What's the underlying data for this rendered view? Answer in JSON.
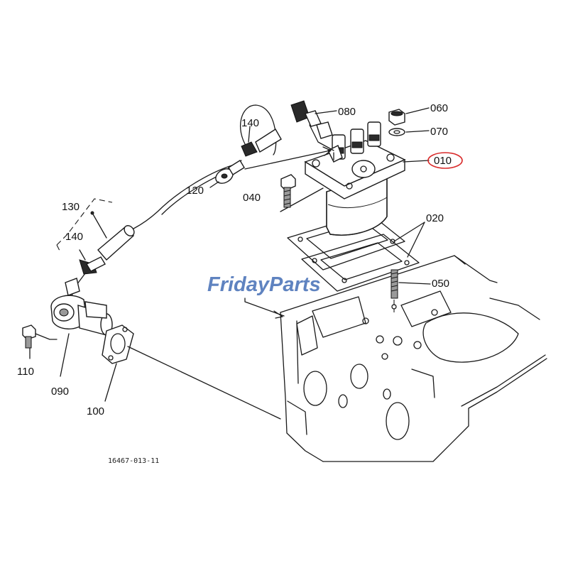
{
  "labels": [
    {
      "id": "010",
      "text": "010",
      "highlighted": true
    },
    {
      "id": "020",
      "text": "020"
    },
    {
      "id": "040",
      "text": "040"
    },
    {
      "id": "050",
      "text": "050"
    },
    {
      "id": "060",
      "text": "060"
    },
    {
      "id": "070",
      "text": "070"
    },
    {
      "id": "080",
      "text": "080"
    },
    {
      "id": "090",
      "text": "090"
    },
    {
      "id": "100",
      "text": "100"
    },
    {
      "id": "110",
      "text": "110"
    },
    {
      "id": "120",
      "text": "120"
    },
    {
      "id": "130",
      "text": "130"
    },
    {
      "id": "140a",
      "text": "140"
    },
    {
      "id": "140b",
      "text": "140"
    }
  ],
  "drawing_number": "16467-013-11",
  "watermark": {
    "text": "FridayParts",
    "color_primary": "#4a72b8",
    "color_accent": "#e8a317"
  },
  "highlight_color": "#d92b2b",
  "ink_color": "#1a1a1a"
}
